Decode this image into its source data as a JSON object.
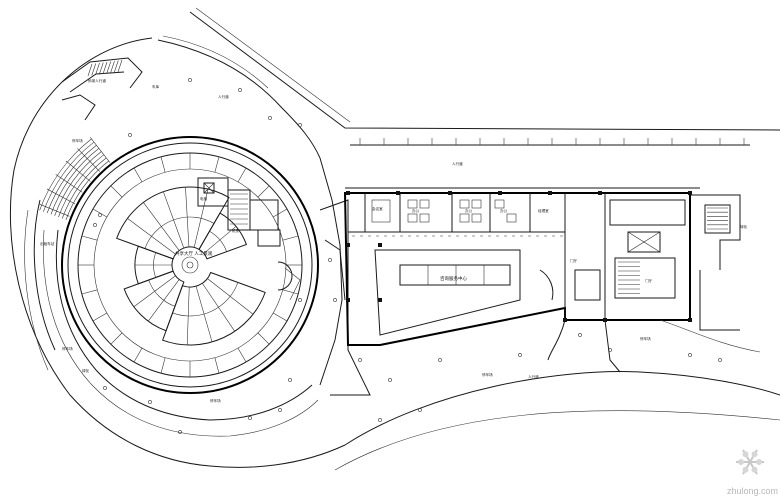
{
  "plan": {
    "labels": {
      "jianzhu_nw": "斜坡人行道",
      "shanghuo_n": "车库",
      "renxingdao_top": "人行道",
      "tingche_w": "停车场",
      "chuangkou": "出租车站",
      "center": "共享大厅 人工景观",
      "office_a": "会议室",
      "office_b": "办公",
      "office_c": "办公",
      "office_d": "办公",
      "office_e": "经理室",
      "service_center": "咨询服务中心",
      "lobby": "门厅",
      "lobby2": "门厅",
      "renxingdao_right": "人行道",
      "renxingdao_road": "人行道",
      "parking_sw": "停车场",
      "parking_s": "停车场",
      "parking_s2": "停车场",
      "parking_e": "停车场",
      "grass": "绿化",
      "right_upper": "绿化",
      "machine": "机房",
      "elev": "电梯"
    }
  },
  "watermark": {
    "site": "zhulong.com"
  }
}
